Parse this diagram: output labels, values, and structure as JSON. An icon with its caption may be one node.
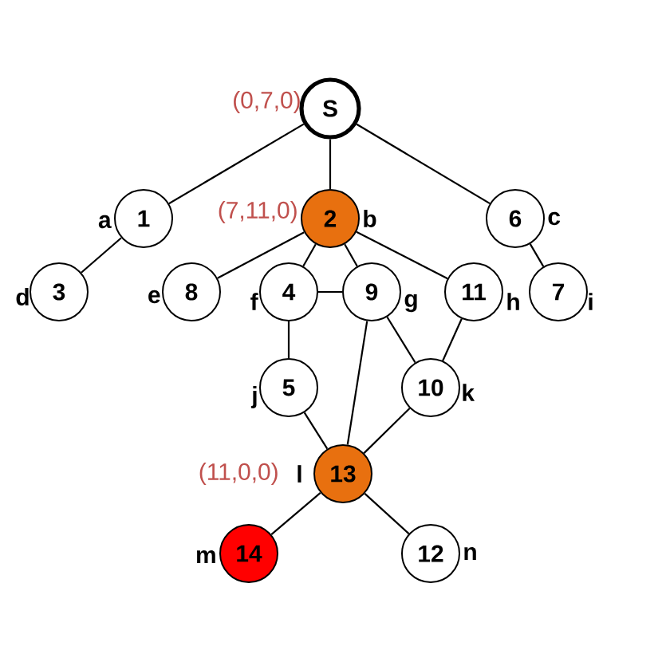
{
  "diagram": {
    "nodes": [
      {
        "text": [
          "S"
        ],
        "beside": [
          "(0,7,0)"
        ]
      },
      {
        "text": [
          "1"
        ],
        "beside": [
          "a"
        ]
      },
      {
        "text": [
          "2"
        ],
        "beside": [
          "(7,11,0)",
          "b"
        ]
      },
      {
        "text": [
          "6"
        ],
        "beside": [
          "c"
        ]
      },
      {
        "text": [
          "3"
        ],
        "beside": [
          "d"
        ]
      },
      {
        "text": [
          "8"
        ],
        "beside": [
          "e"
        ]
      },
      {
        "text": [
          "4"
        ],
        "beside": [
          "f"
        ]
      },
      {
        "text": [
          "9"
        ],
        "beside": [
          "g"
        ]
      },
      {
        "text": [
          "11"
        ],
        "beside": [
          "h"
        ]
      },
      {
        "text": [
          "7"
        ],
        "beside": [
          "i"
        ]
      },
      {
        "text": [
          "5"
        ],
        "beside": [
          "j"
        ]
      },
      {
        "text": [
          "10"
        ],
        "beside": [
          "k"
        ]
      },
      {
        "text": [
          "13"
        ],
        "beside": [
          "(11,0,0)",
          "l"
        ]
      },
      {
        "text": [
          "14"
        ],
        "beside": [
          "m"
        ]
      },
      {
        "text": [
          "12"
        ],
        "beside": [
          "n"
        ]
      }
    ],
    "edges": [
      {
        "from": 0,
        "to": 1,
        "arrow": "none"
      },
      {
        "from": 0,
        "to": 2,
        "arrow": "none"
      },
      {
        "from": 0,
        "to": 3,
        "arrow": "none"
      },
      {
        "from": 1,
        "to": 4,
        "arrow": "none"
      },
      {
        "from": 2,
        "to": 5,
        "arrow": "none"
      },
      {
        "from": 2,
        "to": 6,
        "arrow": "none"
      },
      {
        "from": 2,
        "to": 7,
        "arrow": "none"
      },
      {
        "from": 2,
        "to": 8,
        "arrow": "none"
      },
      {
        "from": 3,
        "to": 9,
        "arrow": "none"
      },
      {
        "from": 6,
        "to": 7,
        "arrow": "none"
      },
      {
        "from": 6,
        "to": 10,
        "arrow": "none"
      },
      {
        "from": 7,
        "to": 11,
        "arrow": "none"
      },
      {
        "from": 7,
        "to": 12,
        "arrow": "none"
      },
      {
        "from": 8,
        "to": 11,
        "arrow": "none"
      },
      {
        "from": 10,
        "to": 12,
        "arrow": "none"
      },
      {
        "from": 11,
        "to": 12,
        "arrow": "none"
      },
      {
        "from": 12,
        "to": 13,
        "arrow": "none"
      },
      {
        "from": 12,
        "to": 14,
        "arrow": "none"
      }
    ]
  }
}
